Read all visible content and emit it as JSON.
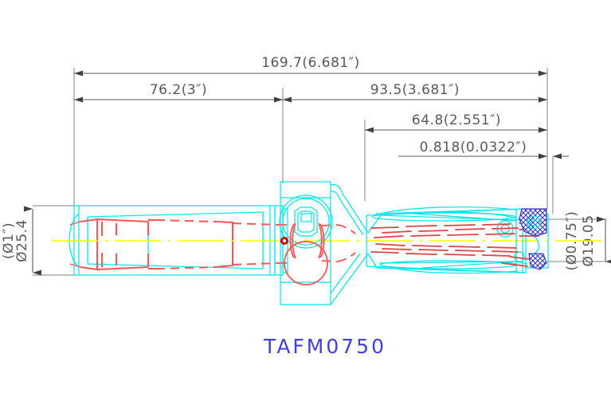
{
  "drawing": {
    "part_number": "TAFM0750",
    "colors": {
      "dimension": "#595959",
      "body_outline": "#00e5ee",
      "internal_hidden": "#ff5555",
      "centerline": "#ffff00",
      "insert_hatch": "#3333cc",
      "title": "#4040e0",
      "background": "#ffffff"
    },
    "dimensions": {
      "overall_length": "169.7(6.681″)",
      "shank_length": "76.2(3″)",
      "body_length": "93.5(3.681″)",
      "flute_length": "64.8(2.551″)",
      "tip_detail": "0.818(0.0322″)",
      "shank_diameter_mm": "Ø25.4",
      "shank_diameter_in": "(Ø1″)",
      "drill_diameter_mm": "Ø19.05",
      "drill_diameter_in": "(Ø0.75″)"
    }
  }
}
